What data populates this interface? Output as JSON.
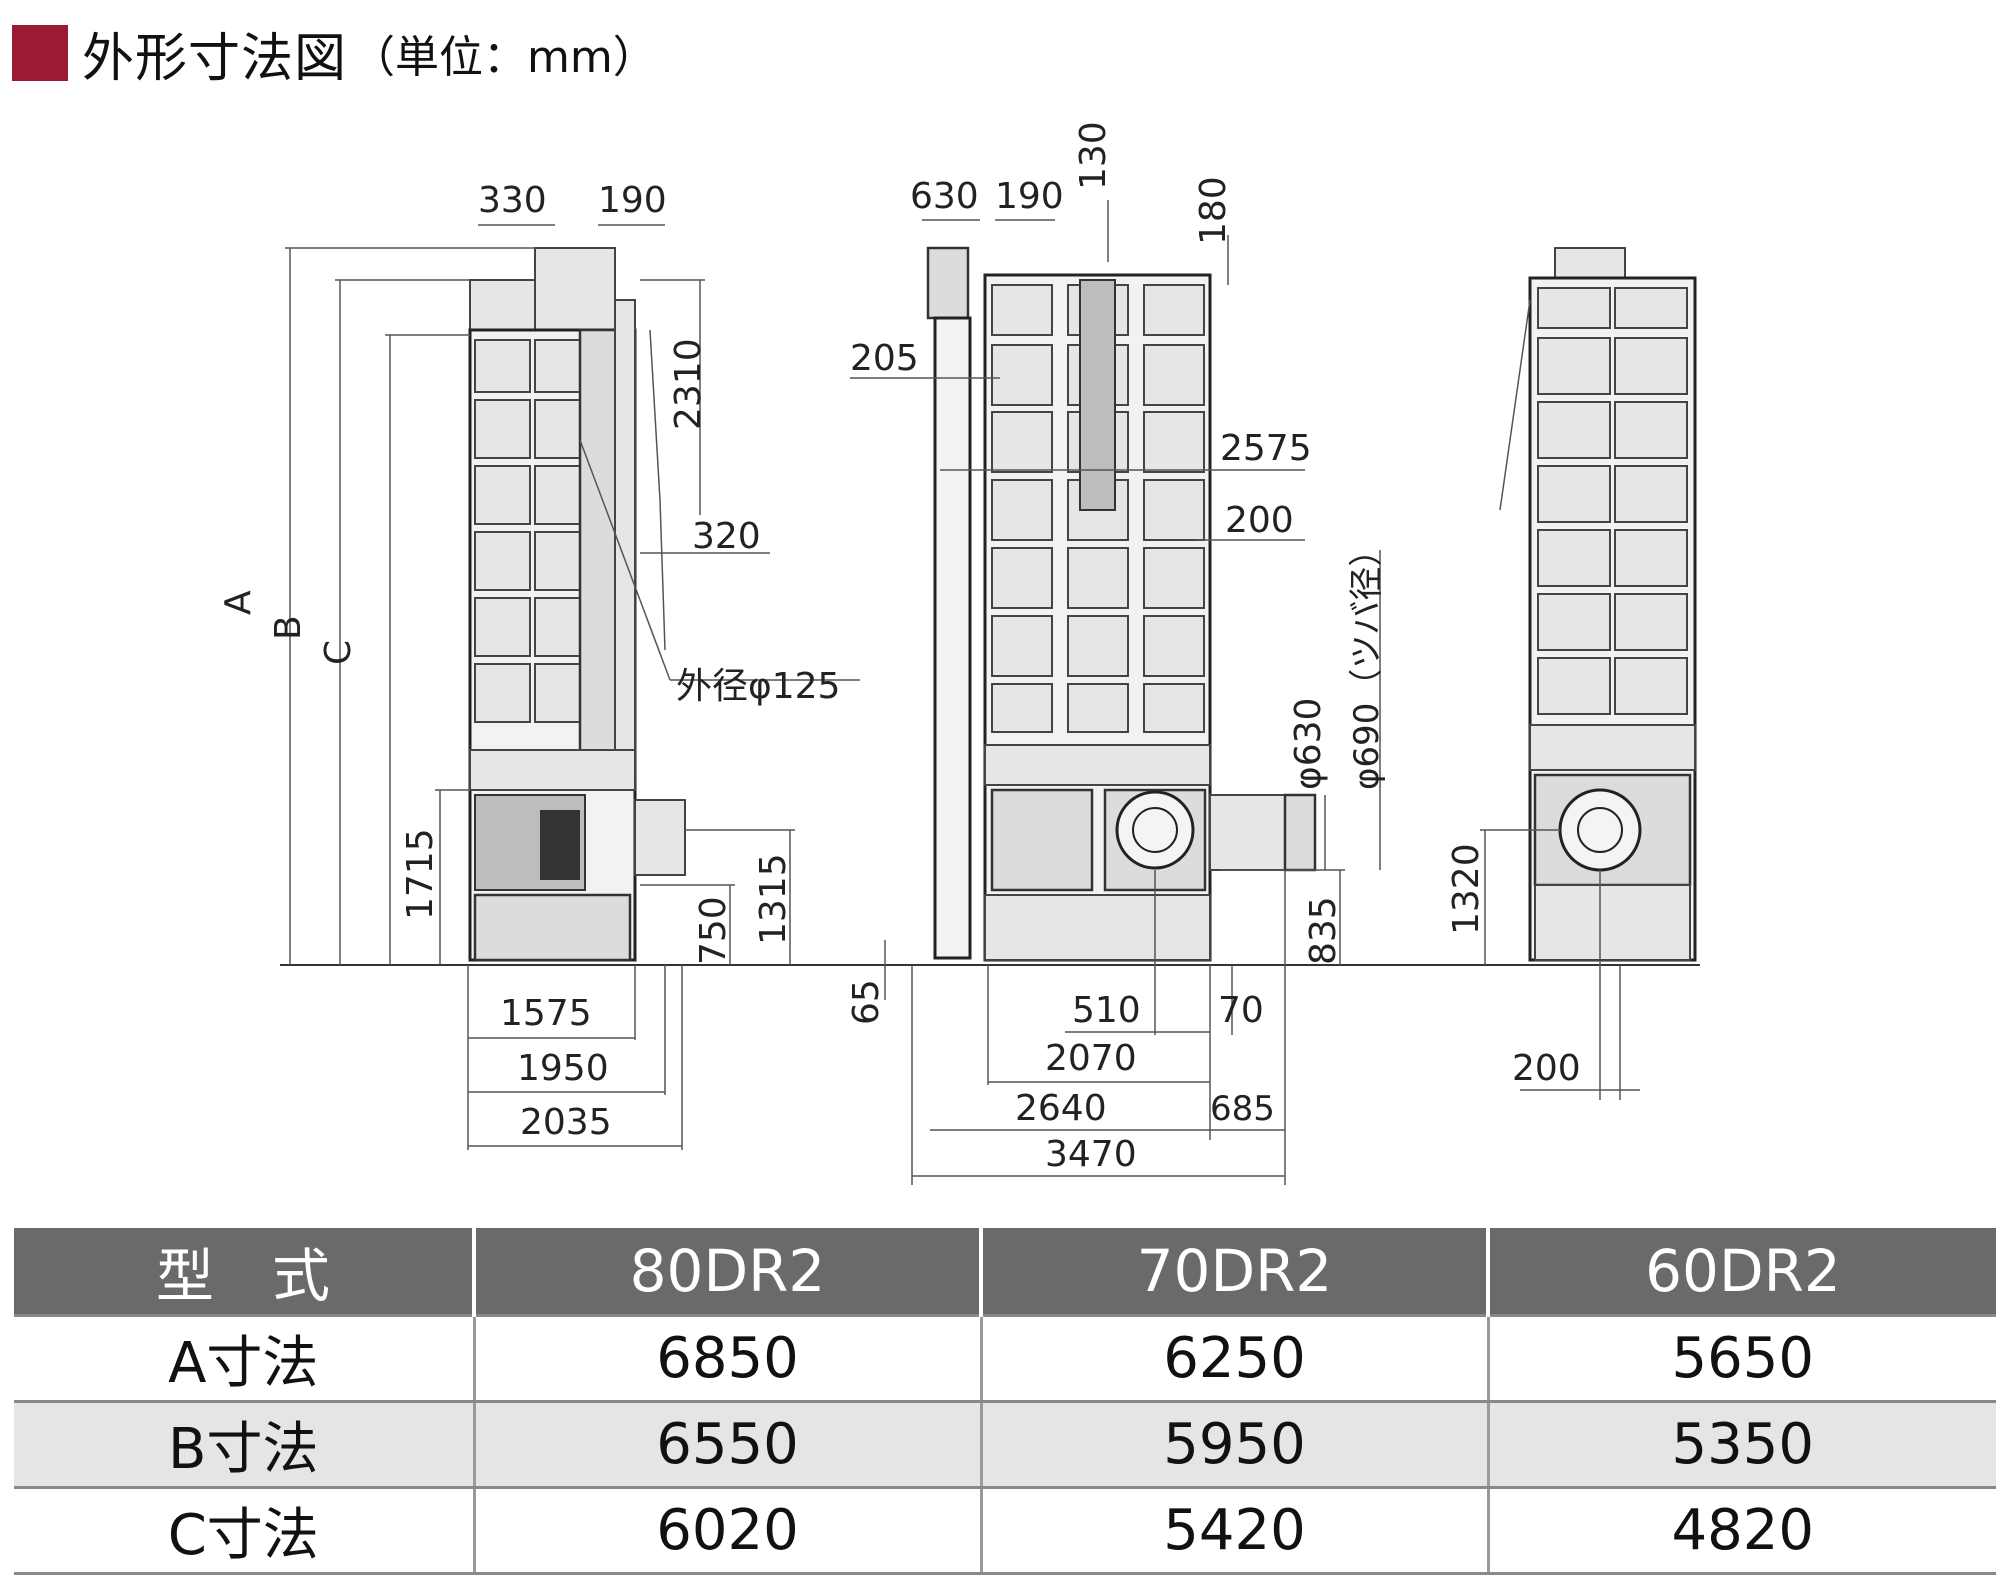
{
  "heading": {
    "title": "外形寸法図",
    "unit": "（単位：mm）",
    "accent_color": "#9b1b34"
  },
  "front_view": {
    "top_left_width": "330",
    "top_right_width": "190",
    "label_a": "A",
    "label_b": "B",
    "label_c": "C",
    "height_2310": "2310",
    "offset_320": "320",
    "pipe_diameter": "外径φ125",
    "height_1715": "1715",
    "height_1315": "1315",
    "height_750": "750",
    "width_1575": "1575",
    "width_1950": "1950",
    "width_2035": "2035"
  },
  "side_view": {
    "top_630": "630",
    "top_190": "190",
    "top_130": "130",
    "top_180": "180",
    "offset_205": "205",
    "height_2575": "2575",
    "offset_200": "200",
    "duct_630": "φ630",
    "duct_690": "φ690（ツバ径）",
    "height_835": "835",
    "base_65": "65",
    "width_510": "510",
    "width_70": "70",
    "width_2070": "2070",
    "width_2640": "2640",
    "width_685": "685",
    "width_3470": "3470"
  },
  "rear_view": {
    "height_1320": "1320",
    "offset_200": "200"
  },
  "spec_table": {
    "header": [
      "型　式",
      "80DR2",
      "70DR2",
      "60DR2"
    ],
    "rows": [
      [
        "A寸法",
        "6850",
        "6250",
        "5650"
      ],
      [
        "B寸法",
        "6550",
        "5950",
        "5350"
      ],
      [
        "C寸法",
        "6020",
        "5420",
        "4820"
      ]
    ]
  }
}
